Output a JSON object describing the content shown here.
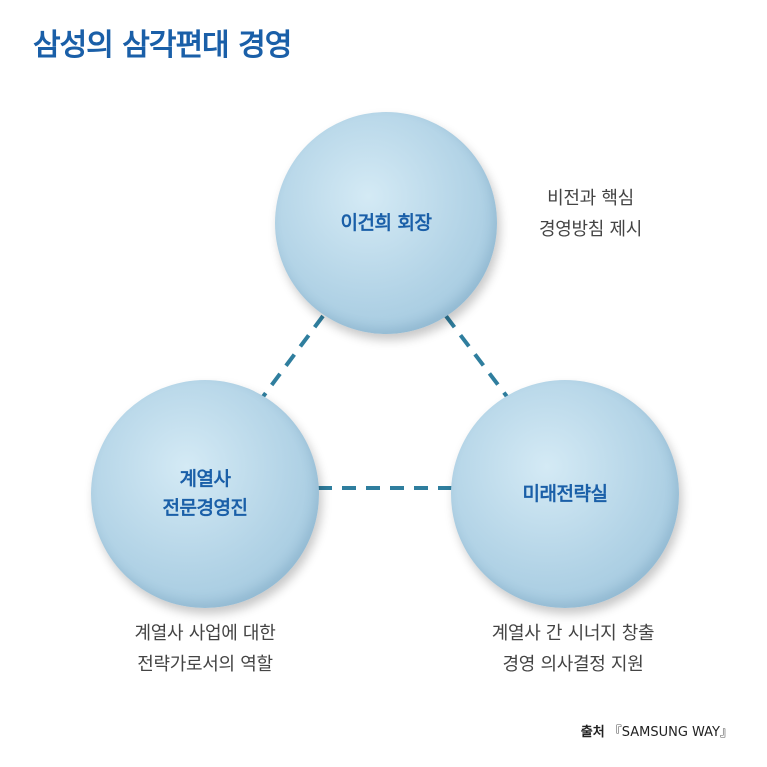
{
  "title": "삼성의 삼각편대 경영",
  "nodes": {
    "chairman": "이건희 회장",
    "affiliates": "계열사\n전문경영진",
    "strategy_office": "미래전략실"
  },
  "notes": {
    "chairman": "비전과 핵심\n경영방침 제시",
    "affiliates": "계열사 사업에 대한\n전략가로서의 역할",
    "strategy_office": "계열사 간 시너지 창출\n경영 의사결정 지원"
  },
  "source": {
    "label": "출처",
    "text": "『SAMSUNG WAY』"
  },
  "colors": {
    "title": "#1a5fa8",
    "node_fill": "#b2d3e6",
    "connector": "#2f7e9e"
  }
}
